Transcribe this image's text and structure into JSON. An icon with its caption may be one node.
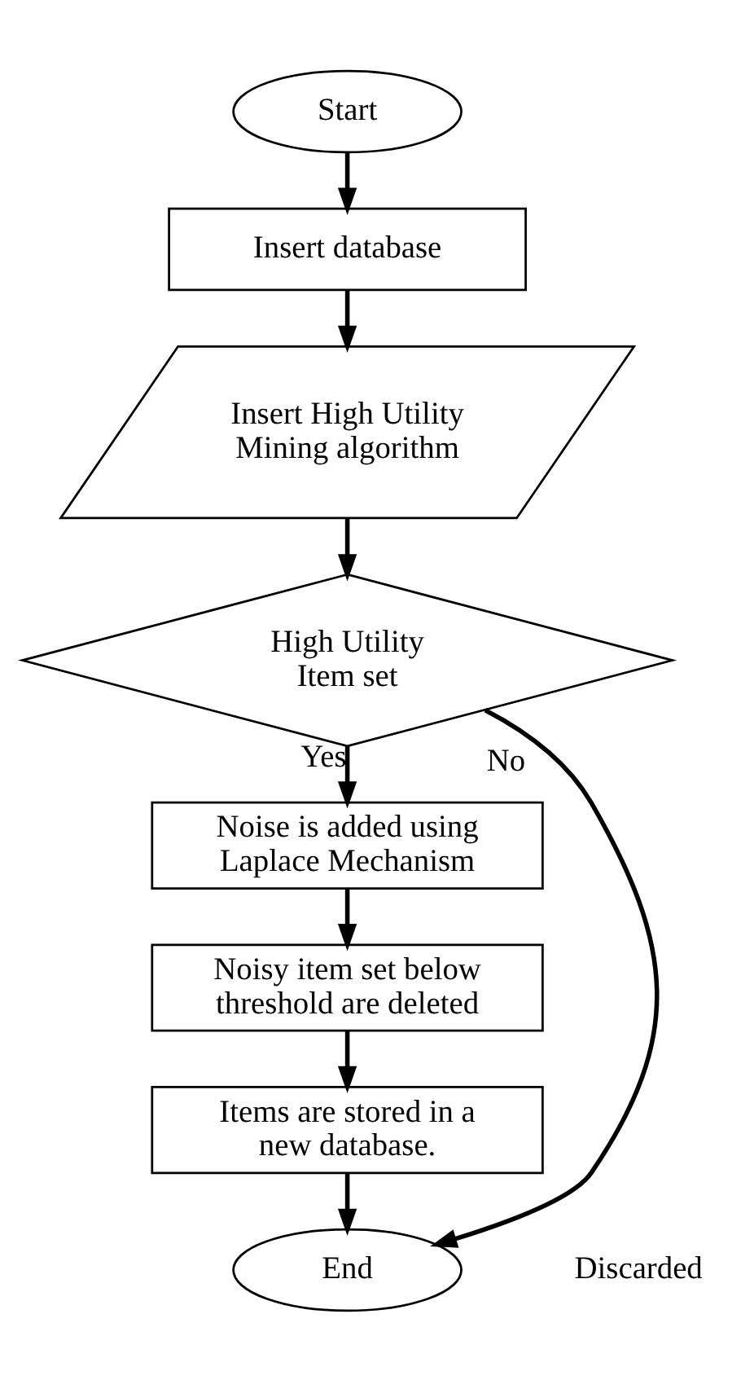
{
  "diagram": {
    "nodes": [
      {
        "text": [
          "Start"
        ]
      },
      {
        "text": [
          "Insert database"
        ]
      },
      {
        "text": [
          "Insert High Utility Mining algorithm"
        ]
      },
      {
        "text": [
          "High Utility Item set"
        ]
      },
      {
        "text": [
          "Noise is added using Laplace Mechanism"
        ]
      },
      {
        "text": [
          "Noisy item set below threshold are deleted"
        ]
      },
      {
        "text": [
          "Items are stored in a new database."
        ]
      },
      {
        "text": [
          "End"
        ]
      }
    ],
    "edges": [
      {
        "from": 0,
        "to": 1,
        "arrow": "to"
      },
      {
        "from": 1,
        "to": 2,
        "arrow": "to"
      },
      {
        "from": 2,
        "to": 3,
        "arrow": "to"
      },
      {
        "from": 3,
        "to": 4,
        "arrow": "to",
        "label": "Yes"
      },
      {
        "from": 4,
        "to": 5,
        "arrow": "to"
      },
      {
        "from": 5,
        "to": 6,
        "arrow": "to"
      },
      {
        "from": 6,
        "to": 7,
        "arrow": "to"
      },
      {
        "from": 3,
        "to": 7,
        "arrow": "to",
        "label": "No"
      }
    ],
    "labels": [
      "Discarded"
    ]
  }
}
